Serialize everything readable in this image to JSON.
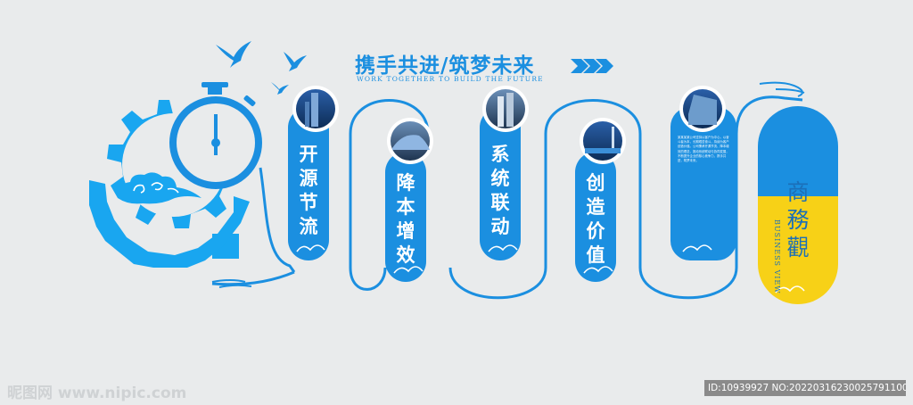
{
  "header": {
    "title": "携手共进/筑梦未来",
    "subtitle": "WORK TOGETHER TO BUILD THE FUTURE"
  },
  "panels": [
    {
      "label": "开源节流"
    },
    {
      "label": "降本增效"
    },
    {
      "label": "系统联动"
    },
    {
      "label": "创造价值"
    }
  ],
  "info_panel": {
    "paragraph": "某某某某公司坚持以客户为中心，以奋斗者为本，长期艰苦奋斗，持续为客户创造价值。公司秉承开源节流、降本增效的理念，推动系统联动与协同发展，不断提升企业的核心竞争力，携手共进，筑梦未来。"
  },
  "business": {
    "title": "商務觀",
    "en": "BUSINESS VIEW"
  },
  "watermark": {
    "site": "昵图网 www.nipic.com",
    "id": "ID:10939927 NO:20220316230025791100"
  },
  "colors": {
    "primary": "#1b8fe0",
    "gear": "#19a6f0",
    "accent_yellow": "#f7d117",
    "background": "#e9ebec"
  }
}
